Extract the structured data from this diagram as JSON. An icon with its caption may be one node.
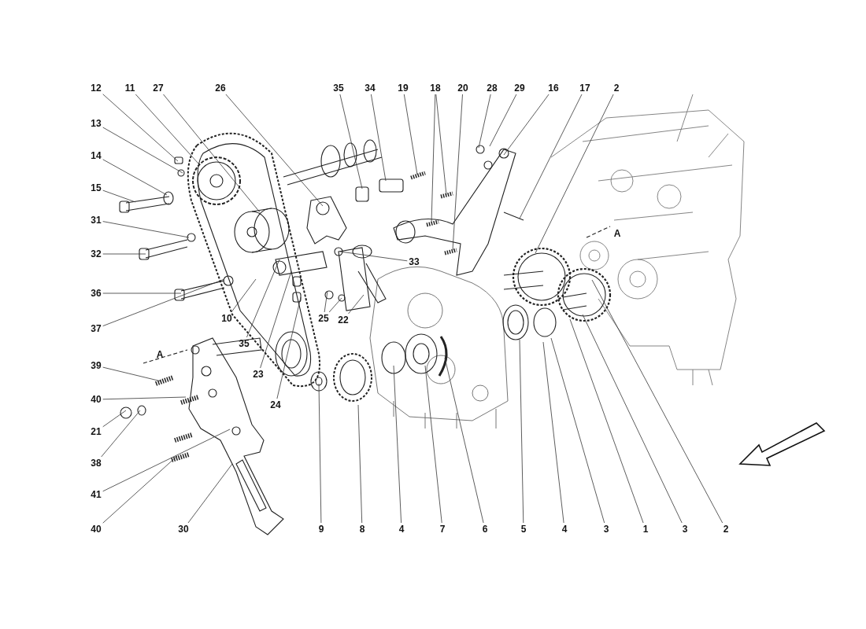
{
  "diagram": {
    "nodes": [
      {
        "text": [
          "12"
        ]
      },
      {
        "text": [
          "11"
        ]
      },
      {
        "text": [
          "27"
        ]
      },
      {
        "text": [
          "26"
        ]
      },
      {
        "text": [
          "35"
        ]
      },
      {
        "text": [
          "34"
        ]
      },
      {
        "text": [
          "19"
        ]
      },
      {
        "text": [
          "18"
        ]
      },
      {
        "text": [
          "20"
        ]
      },
      {
        "text": [
          "28"
        ]
      },
      {
        "text": [
          "29"
        ]
      },
      {
        "text": [
          "16"
        ]
      },
      {
        "text": [
          "17"
        ]
      },
      {
        "text": [
          "2"
        ]
      },
      {
        "text": [
          "13"
        ]
      },
      {
        "text": [
          "14"
        ]
      },
      {
        "text": [
          "15"
        ]
      },
      {
        "text": [
          "31"
        ]
      },
      {
        "text": [
          "32"
        ]
      },
      {
        "text": [
          "36"
        ]
      },
      {
        "text": [
          "37"
        ]
      },
      {
        "text": [
          "10"
        ]
      },
      {
        "text": [
          "35"
        ]
      },
      {
        "text": [
          "23"
        ]
      },
      {
        "text": [
          "24"
        ]
      },
      {
        "text": [
          "25"
        ]
      },
      {
        "text": [
          "22"
        ]
      },
      {
        "text": [
          "33"
        ]
      },
      {
        "text": [
          "39"
        ]
      },
      {
        "text": [
          "40"
        ]
      },
      {
        "text": [
          "21"
        ]
      },
      {
        "text": [
          "38"
        ]
      },
      {
        "text": [
          "41"
        ]
      },
      {
        "text": [
          "40"
        ]
      },
      {
        "text": [
          "30"
        ]
      },
      {
        "text": [
          "9"
        ]
      },
      {
        "text": [
          "8"
        ]
      },
      {
        "text": [
          "4"
        ]
      },
      {
        "text": [
          "7"
        ]
      },
      {
        "text": [
          "6"
        ]
      },
      {
        "text": [
          "5"
        ]
      },
      {
        "text": [
          "4"
        ]
      },
      {
        "text": [
          "3"
        ]
      },
      {
        "text": [
          "1"
        ]
      },
      {
        "text": [
          "3"
        ]
      },
      {
        "text": [
          "2"
        ]
      }
    ],
    "edges": [
      {
        "from": 0,
        "to": null,
        "arrow": "none"
      },
      {
        "from": 1,
        "to": null,
        "arrow": "none"
      },
      {
        "from": 2,
        "to": null,
        "arrow": "none"
      },
      {
        "from": 3,
        "to": null,
        "arrow": "none"
      },
      {
        "from": 4,
        "to": null,
        "arrow": "none"
      },
      {
        "from": 5,
        "to": null,
        "arrow": "none"
      },
      {
        "from": 6,
        "to": null,
        "arrow": "none"
      },
      {
        "from": 7,
        "to": null,
        "arrow": "none"
      },
      {
        "from": 7,
        "to": null,
        "arrow": "none"
      },
      {
        "from": 8,
        "to": null,
        "arrow": "none"
      },
      {
        "from": 9,
        "to": null,
        "arrow": "none"
      },
      {
        "from": 10,
        "to": null,
        "arrow": "none"
      },
      {
        "from": 11,
        "to": null,
        "arrow": "none"
      },
      {
        "from": 12,
        "to": null,
        "arrow": "none"
      },
      {
        "from": 13,
        "to": null,
        "arrow": "none"
      },
      {
        "from": 14,
        "to": null,
        "arrow": "none"
      },
      {
        "from": 15,
        "to": null,
        "arrow": "none"
      },
      {
        "from": 16,
        "to": null,
        "arrow": "none"
      },
      {
        "from": 17,
        "to": null,
        "arrow": "none"
      },
      {
        "from": 18,
        "to": null,
        "arrow": "none"
      },
      {
        "from": 19,
        "to": null,
        "arrow": "none"
      },
      {
        "from": 20,
        "to": null,
        "arrow": "none"
      },
      {
        "from": 21,
        "to": null,
        "arrow": "none"
      },
      {
        "from": 22,
        "to": null,
        "arrow": "none"
      },
      {
        "from": 23,
        "to": null,
        "arrow": "none"
      },
      {
        "from": 24,
        "to": null,
        "arrow": "none"
      },
      {
        "from": 25,
        "to": null,
        "arrow": "none"
      },
      {
        "from": 25,
        "to": null,
        "arrow": "none"
      },
      {
        "from": 26,
        "to": null,
        "arrow": "none"
      },
      {
        "from": 27,
        "to": null,
        "arrow": "none"
      },
      {
        "from": 28,
        "to": null,
        "arrow": "none"
      },
      {
        "from": 29,
        "to": null,
        "arrow": "none"
      },
      {
        "from": 30,
        "to": null,
        "arrow": "none"
      },
      {
        "from": 31,
        "to": null,
        "arrow": "none"
      },
      {
        "from": 32,
        "to": null,
        "arrow": "none"
      },
      {
        "from": 33,
        "to": null,
        "arrow": "none"
      },
      {
        "from": 34,
        "to": null,
        "arrow": "none"
      },
      {
        "from": 35,
        "to": null,
        "arrow": "none"
      },
      {
        "from": 36,
        "to": null,
        "arrow": "none"
      },
      {
        "from": 37,
        "to": null,
        "arrow": "none"
      },
      {
        "from": 38,
        "to": null,
        "arrow": "none"
      },
      {
        "from": 39,
        "to": null,
        "arrow": "none"
      },
      {
        "from": 40,
        "to": null,
        "arrow": "none"
      },
      {
        "from": 41,
        "to": null,
        "arrow": "none"
      },
      {
        "from": 42,
        "to": null,
        "arrow": "none"
      },
      {
        "from": 43,
        "to": null,
        "arrow": "none"
      },
      {
        "from": 44,
        "to": null,
        "arrow": "none"
      },
      {
        "from": 45,
        "to": null,
        "arrow": "none"
      }
    ],
    "labels": [
      "A",
      "A"
    ]
  }
}
